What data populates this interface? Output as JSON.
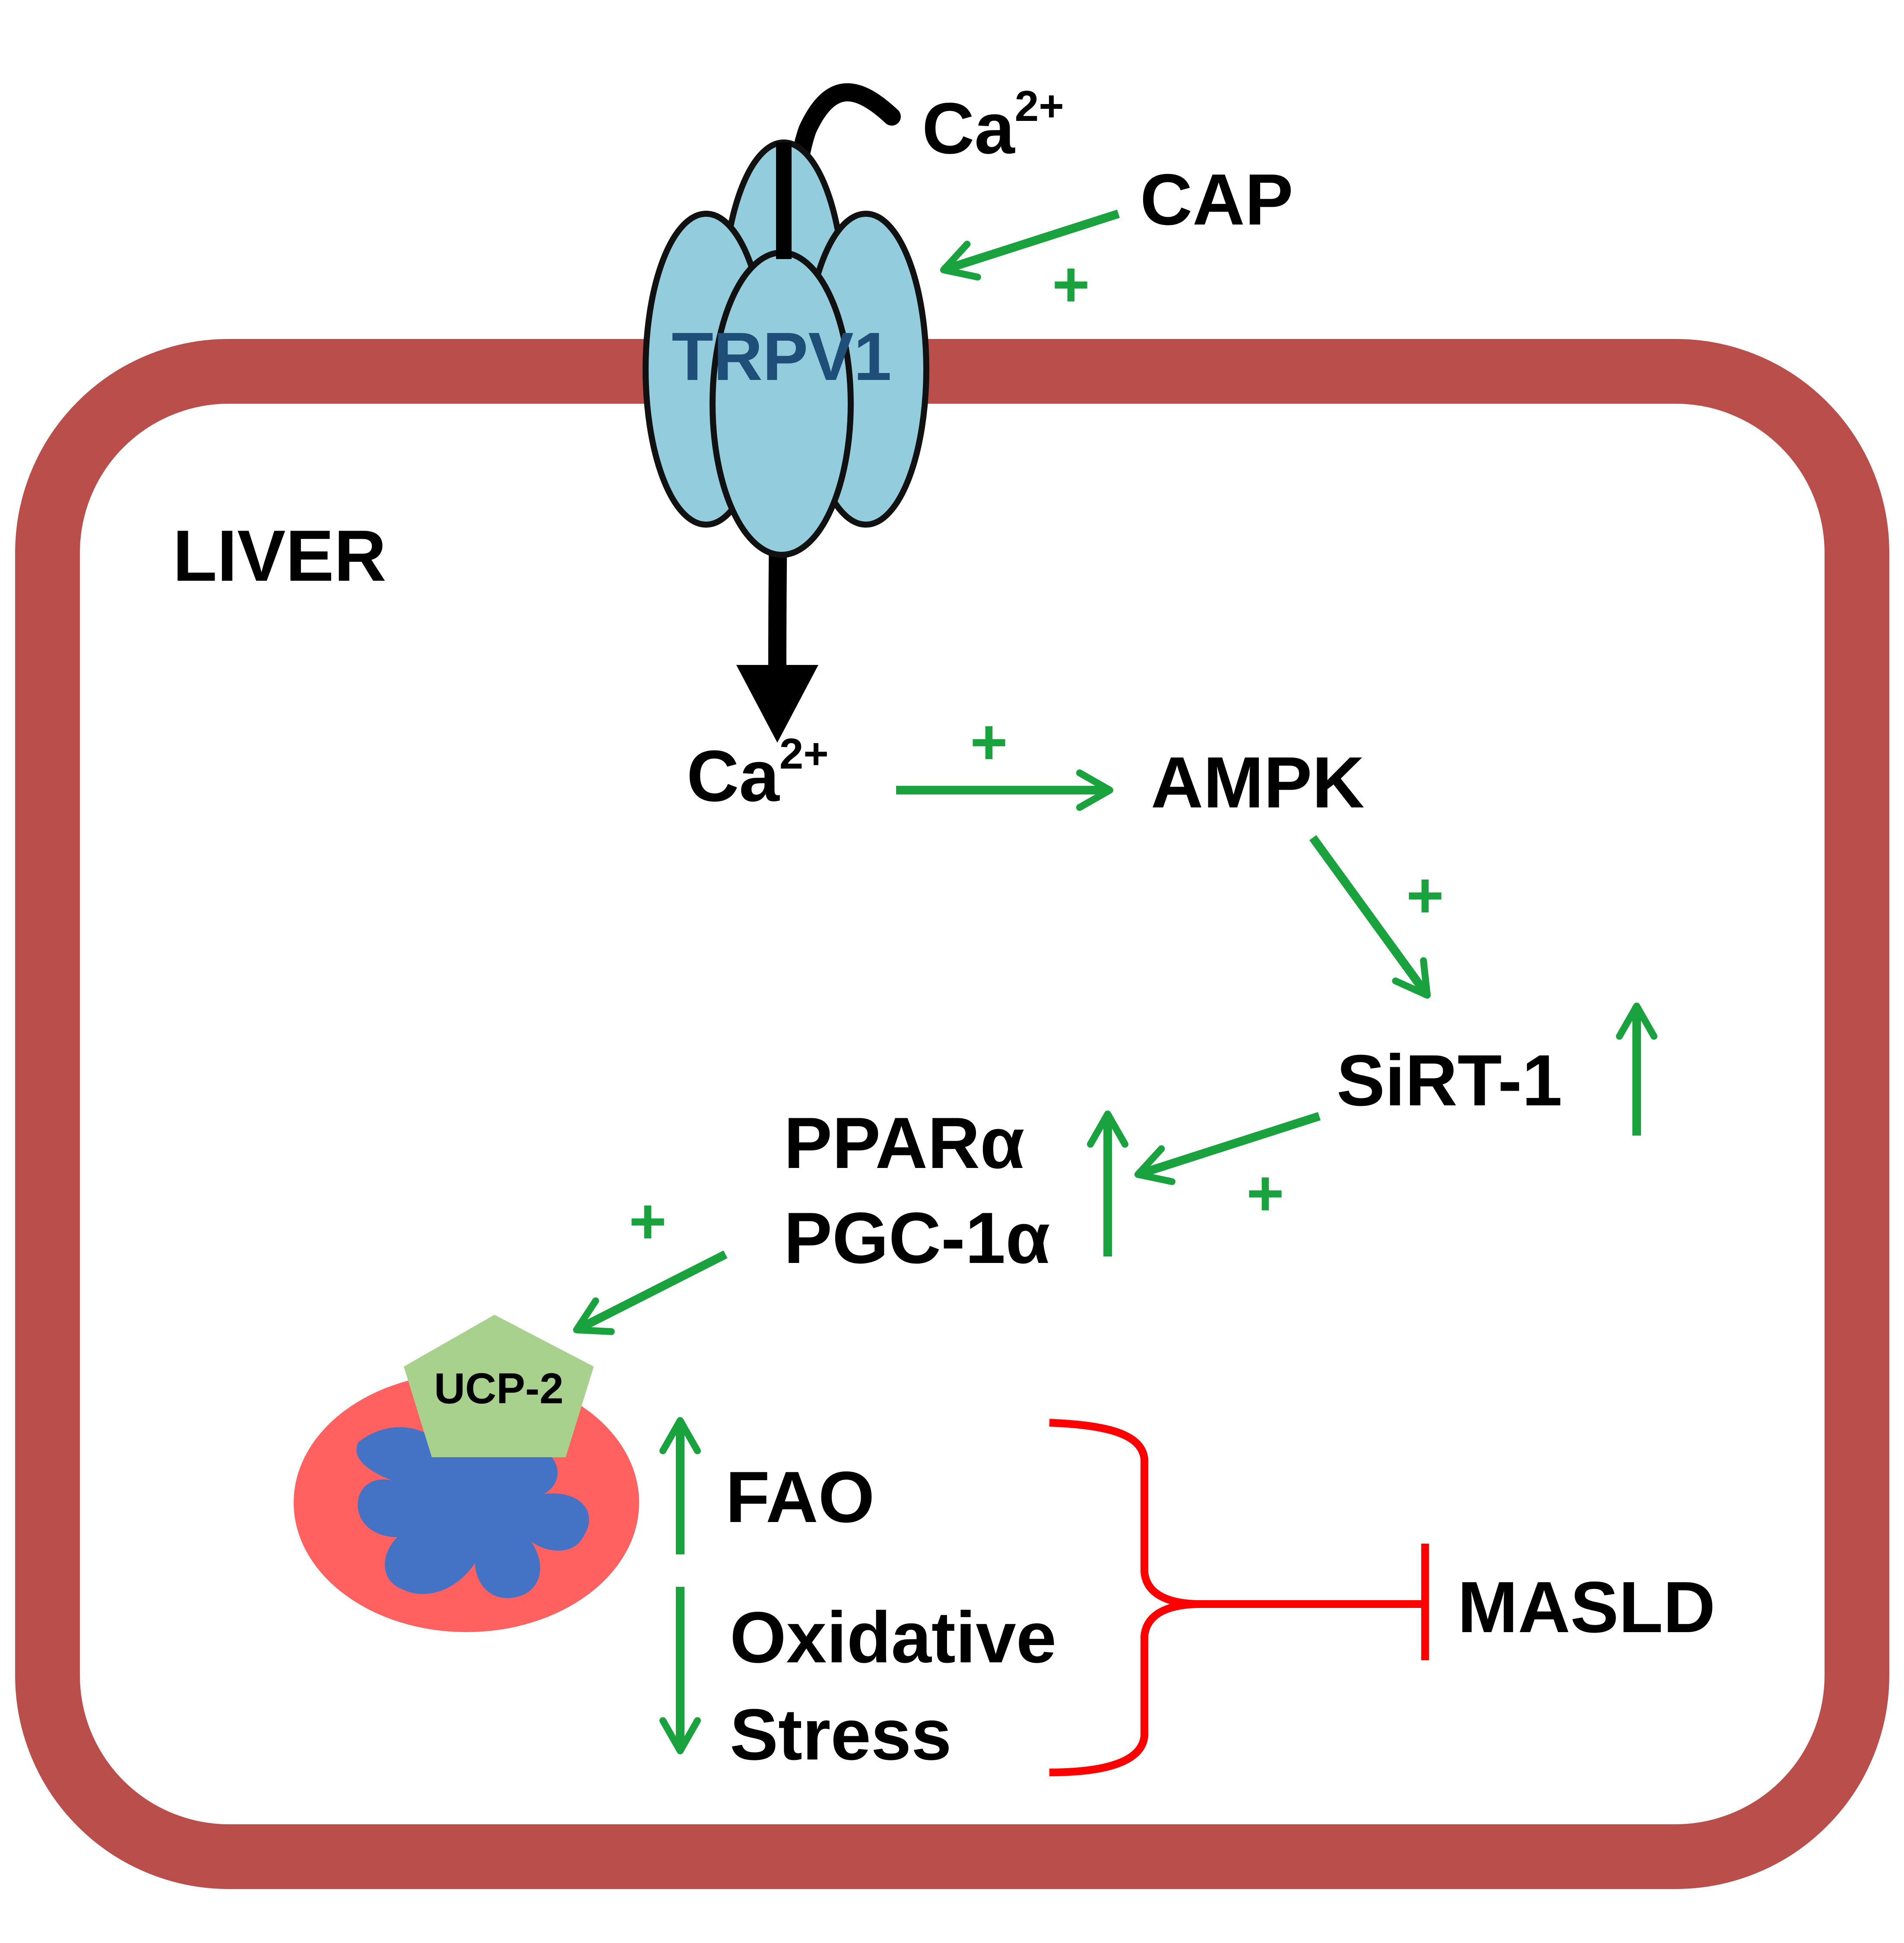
{
  "labels": {
    "ca_out": "Ca",
    "ca_out_sup": "2+",
    "cap": "CAP",
    "trpv1": "TRPV1",
    "liver": "LIVER",
    "ca_in": "Ca",
    "ca_in_sup": "2+",
    "ampk": "AMPK",
    "sirt1": "SiRT-1",
    "ppar": "PPARα",
    "pgc": "PGC-1α",
    "ucp2": "UCP-2",
    "fao": "FAO",
    "oxidative": "Oxidative",
    "stress": "Stress",
    "masld": "MASLD"
  },
  "signs": {
    "cap_trpv1": "+",
    "ca_ampk": "+",
    "ampk_sirt1": "+",
    "sirt1_ppar": "+",
    "ppar_ucp2": "+"
  },
  "colors": {
    "membrane": "#b94e4b",
    "channel": "#93cddd",
    "activation": "#1aa23f",
    "inhibition": "#ff0000",
    "mito_outer": "#ff6161",
    "mito_inner": "#4472c4",
    "ucp2": "#a9d18e"
  }
}
